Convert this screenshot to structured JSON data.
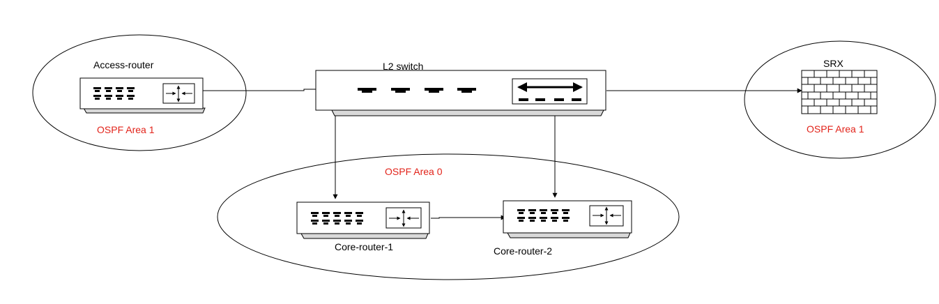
{
  "labels": {
    "access_router": "Access-router",
    "l2_switch": "L2 switch",
    "srx": "SRX",
    "core_router_1": "Core-router-1",
    "core_router_2": "Core-router-2"
  },
  "areas": {
    "left": "OSPF Area 1",
    "right": "OSPF Area 1",
    "core": "OSPF Area 0"
  },
  "colors": {
    "area_label": "#e2231a",
    "line": "#000000",
    "device_fill": "#ffffff",
    "base_fill": "#d9d9d9"
  },
  "icons": {
    "router": "router-icon",
    "switch": "switch-icon",
    "firewall": "firewall-icon"
  }
}
